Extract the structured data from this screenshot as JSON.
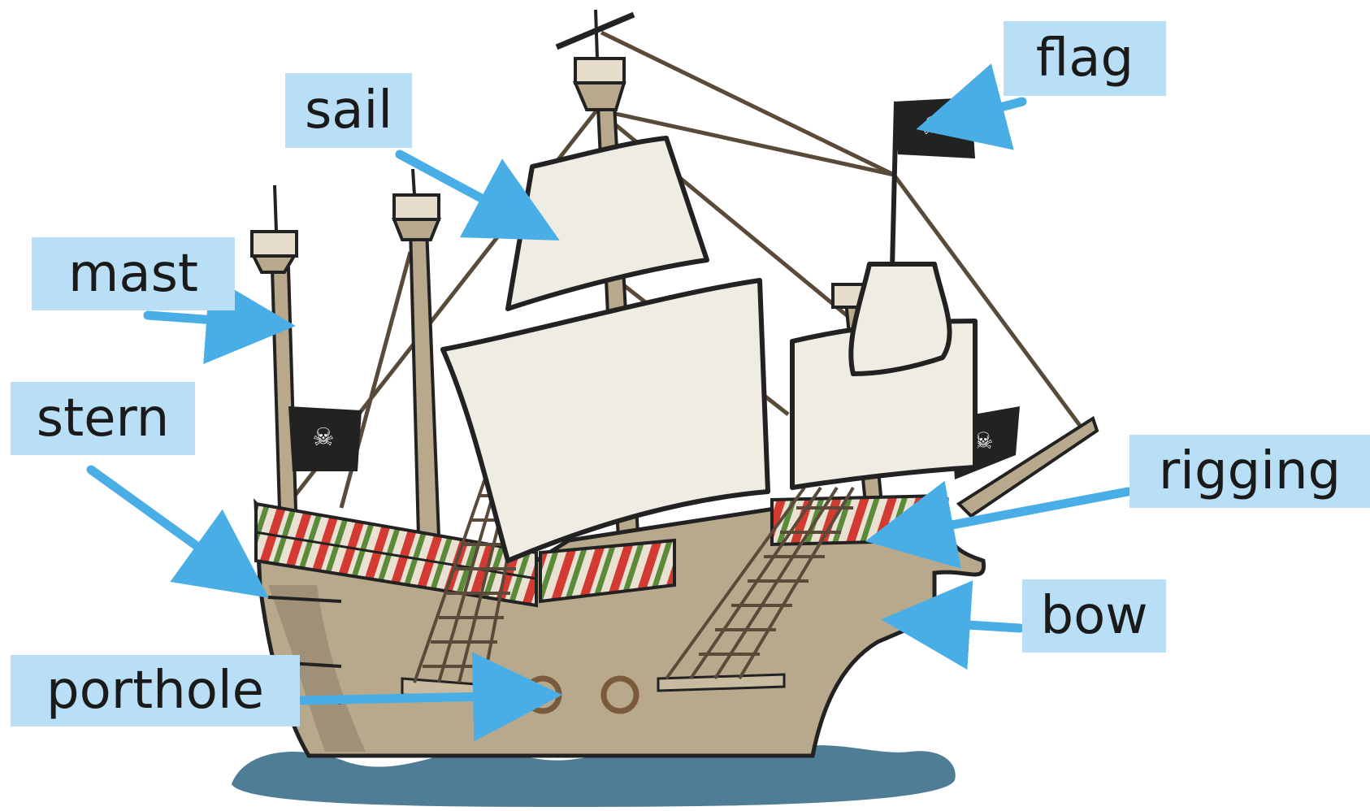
{
  "labels": {
    "flag": "flag",
    "sail": "sail",
    "mast": "mast",
    "stern": "stern",
    "rigging": "rigging",
    "bow": "bow",
    "porthole": "porthole"
  },
  "colors": {
    "label_bg": "#b8dff5",
    "arrow": "#4aaee6",
    "hull": "#b8a98c",
    "hull_dark": "#8f816a",
    "sail": "#efede3",
    "sea": "#4f7d96",
    "rail_red": "#d23a32",
    "rail_green": "#5a8a3a",
    "flag": "#222222"
  }
}
